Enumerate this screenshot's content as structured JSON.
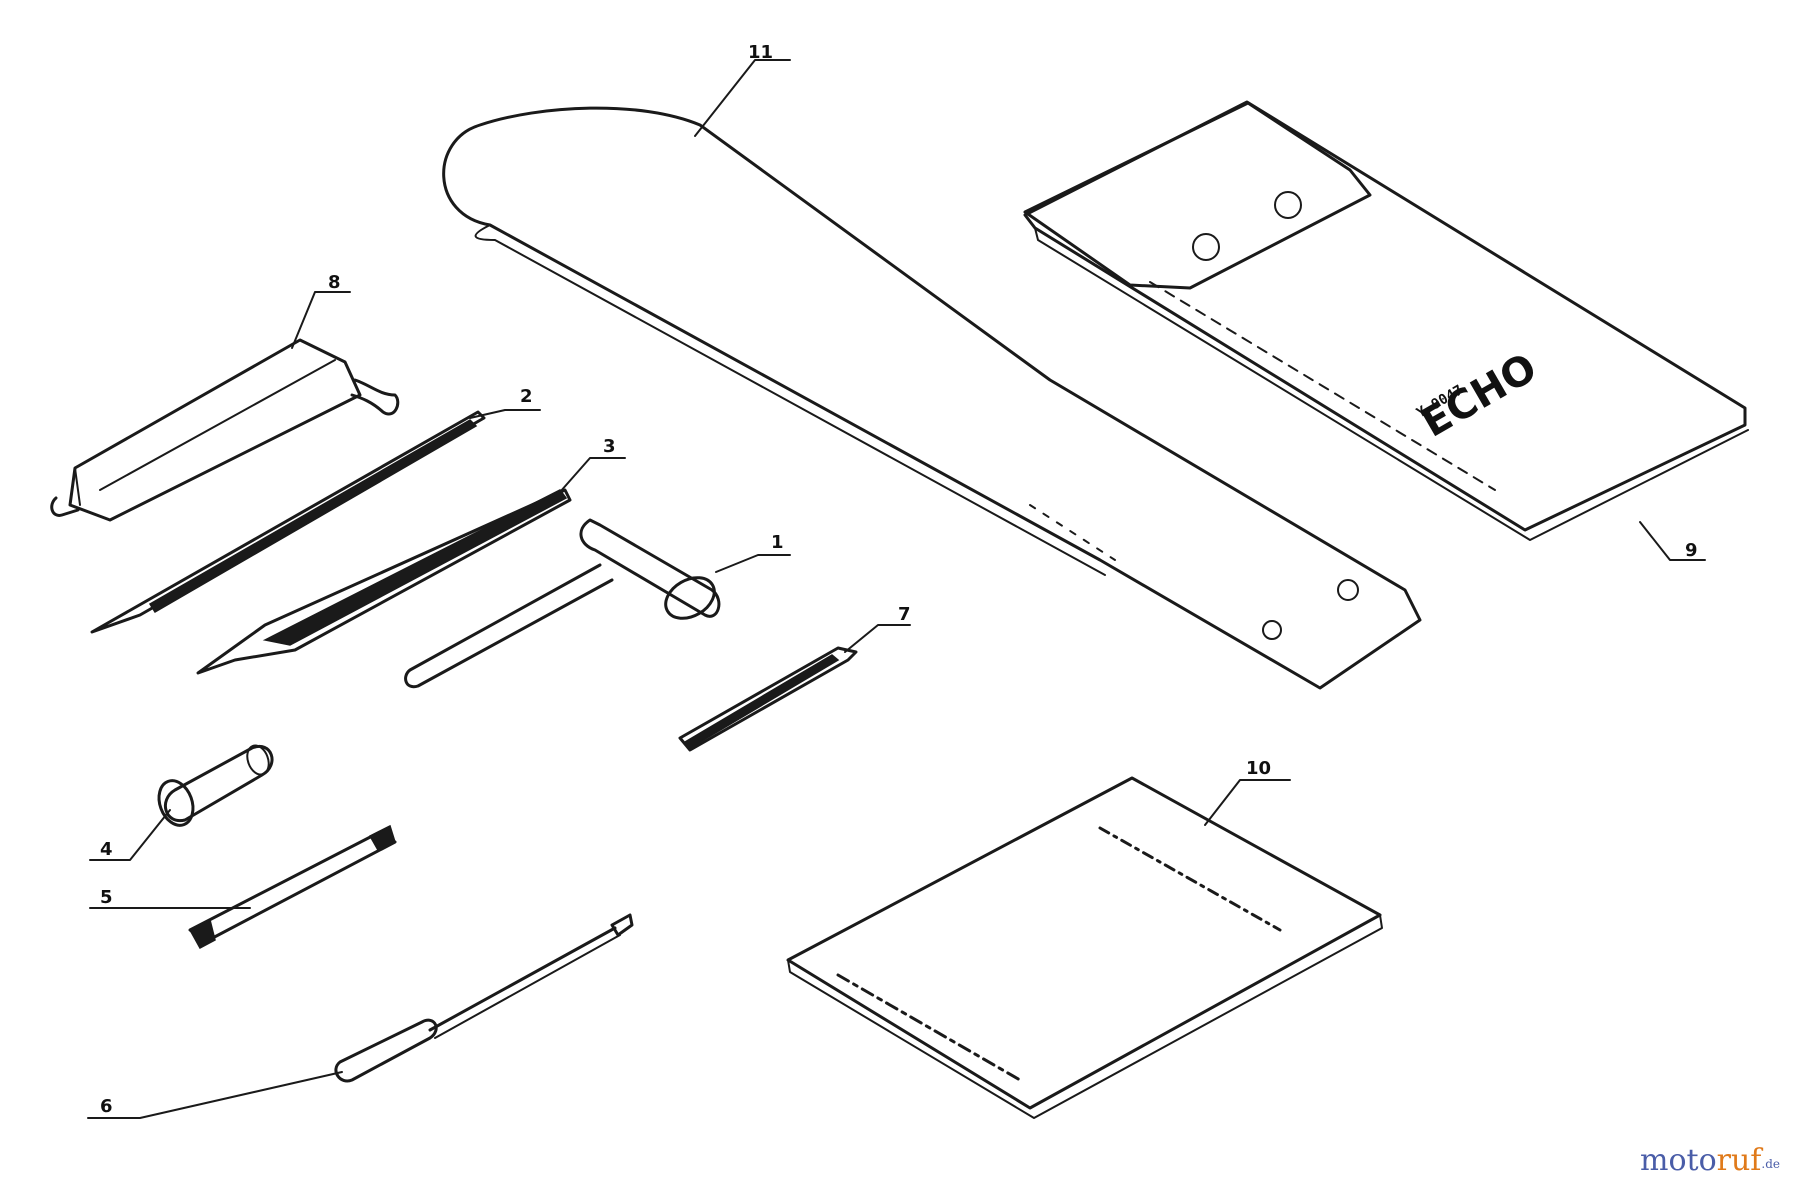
{
  "callouts": [
    {
      "id": "1",
      "part": "socket-wrench"
    },
    {
      "id": "2",
      "part": "round-file"
    },
    {
      "id": "3",
      "part": "flat-file"
    },
    {
      "id": "4",
      "part": "file-handle"
    },
    {
      "id": "5",
      "part": "depth-gauge-tool"
    },
    {
      "id": "6",
      "part": "screwdriver"
    },
    {
      "id": "7",
      "part": "hex-key"
    },
    {
      "id": "8",
      "part": "file-holder"
    },
    {
      "id": "9",
      "part": "tool-pouch"
    },
    {
      "id": "10",
      "part": "operators-manual"
    },
    {
      "id": "11",
      "part": "bar-guard"
    }
  ],
  "pouch": {
    "brand": "ECHO",
    "small_print": "Y-9047"
  },
  "watermark": {
    "moto": "moto",
    "ruf": "ruf",
    "tld": ".de"
  },
  "colors": {
    "ink": "#1a1a1a",
    "watermark_blue": "#4a5da8",
    "watermark_orange": "#e07a1a"
  }
}
